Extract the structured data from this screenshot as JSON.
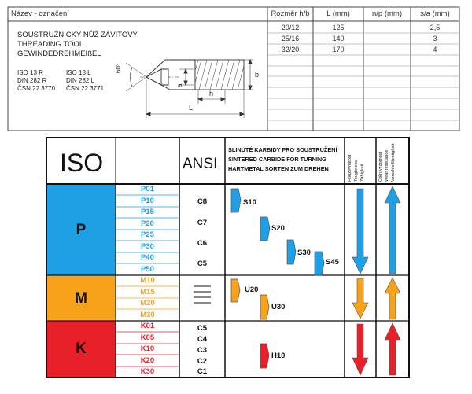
{
  "spec_table": {
    "headers": {
      "name": "Název - označení",
      "size": "Rozměr h/b",
      "length": "L (mm)",
      "np": "n/p (mm)",
      "sa": "s/a (mm)"
    },
    "tool_titles": [
      "SOUSTRUŽNICKÝ NŮŽ ZÁVITOVÝ",
      "THREADING TOOL",
      "GEWINDEDREHMEIßEL"
    ],
    "standards_right": [
      "ISO 13 R",
      "DIN 282 R",
      "ČSN 22 3770"
    ],
    "standards_left": [
      "ISO 13 L",
      "DIN 282 L",
      "ČSN 22 3771"
    ],
    "rows": [
      {
        "size": "20/12",
        "length": "125",
        "np": "",
        "sa": "2,5"
      },
      {
        "size": "25/16",
        "length": "140",
        "np": "",
        "sa": "3"
      },
      {
        "size": "32/20",
        "length": "170",
        "np": "",
        "sa": "4"
      }
    ],
    "drawing_labels": {
      "angle": "60°",
      "a": "a",
      "h": "h",
      "b": "b",
      "L": "L"
    }
  },
  "grade_table": {
    "iso_header": "ISO",
    "ansi_header": "ANSI",
    "carbide_header": [
      "SLINUTÉ KARBIDY PRO SOUSTRUŽENÍ",
      "SINTERED CARBIDE FOR TURNING",
      "HARTMETAL SORTEN ZUM DREHEN"
    ],
    "toughness_labels": [
      "Houževnatost",
      "Toughness",
      "Zähigkeit"
    ],
    "wear_labels": [
      "Otěruvzdornost",
      "Wear resistance",
      "Verschleißfestigkeit"
    ],
    "groups": [
      {
        "letter": "P",
        "color": "#1e9fe6",
        "grades": [
          "P01",
          "P10",
          "P15",
          "P20",
          "P25",
          "P30",
          "P40",
          "P50"
        ],
        "ansi": [
          "C8",
          "C7",
          "C6",
          "C5"
        ],
        "zones": [
          "S10",
          "S20",
          "S30",
          "S45"
        ]
      },
      {
        "letter": "M",
        "color": "#f7a21b",
        "grades": [
          "M10",
          "M15",
          "M20",
          "M30"
        ],
        "ansi": [],
        "zones": [
          "U20",
          "U30"
        ]
      },
      {
        "letter": "K",
        "color": "#e8202a",
        "grades": [
          "K01",
          "K05",
          "K10",
          "K20",
          "K30"
        ],
        "ansi": [
          "C5",
          "C4",
          "C3",
          "C2",
          "C1"
        ],
        "zones": [
          "H10"
        ]
      }
    ]
  }
}
